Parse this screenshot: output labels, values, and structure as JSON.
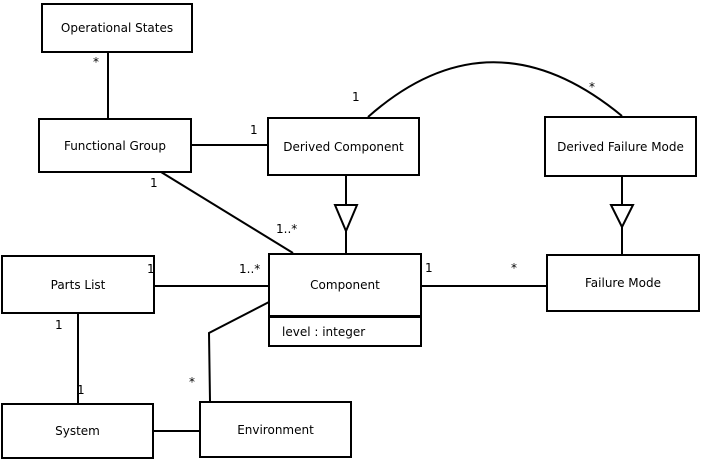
{
  "diagram": {
    "classes": [
      {
        "name": "Operational States"
      },
      {
        "name": "Functional Group"
      },
      {
        "name": "Derived Component"
      },
      {
        "name": "Derived Failure Mode"
      },
      {
        "name": "Parts List"
      },
      {
        "name": "Component",
        "attributes": [
          "level : integer"
        ]
      },
      {
        "name": "Failure Mode"
      },
      {
        "name": "System"
      },
      {
        "name": "Environment"
      }
    ],
    "multiplicity_labels": [
      {
        "text": "*",
        "on": "operational-states--functional-group",
        "near": "Operational States"
      },
      {
        "text": "1",
        "on": "functional-group--derived-component",
        "near": "Derived Component"
      },
      {
        "text": "1",
        "on": "functional-group--component",
        "near": "Functional Group"
      },
      {
        "text": "1..*",
        "on": "functional-group--component",
        "near": "Component"
      },
      {
        "text": "1",
        "on": "derived-component--derived-failure-mode",
        "near": "Derived Component"
      },
      {
        "text": "*",
        "on": "derived-component--derived-failure-mode",
        "near": "Derived Failure Mode"
      },
      {
        "text": "1",
        "on": "parts-list--component",
        "near": "Parts List"
      },
      {
        "text": "1..*",
        "on": "parts-list--component",
        "near": "Component"
      },
      {
        "text": "1",
        "on": "component--failure-mode",
        "near": "Component"
      },
      {
        "text": "*",
        "on": "component--failure-mode",
        "near": "Failure Mode"
      },
      {
        "text": "1",
        "on": "parts-list--system",
        "near": "Parts List"
      },
      {
        "text": "1",
        "on": "parts-list--system",
        "near": "System"
      },
      {
        "text": "*",
        "on": "environment--component",
        "near": "Environment"
      }
    ],
    "relationships": [
      {
        "from": "Operational States",
        "to": "Functional Group",
        "type": "association",
        "label_near_from": "*"
      },
      {
        "from": "Functional Group",
        "to": "Derived Component",
        "type": "association",
        "label_near_to": "1"
      },
      {
        "from": "Functional Group",
        "to": "Component",
        "type": "association",
        "label_near_from": "1",
        "label_near_to": "1..*"
      },
      {
        "from": "Derived Component",
        "to": "Derived Failure Mode",
        "type": "association",
        "label_near_from": "1",
        "label_near_to": "*"
      },
      {
        "from": "Derived Component",
        "to": "Component",
        "type": "generalization"
      },
      {
        "from": "Derived Failure Mode",
        "to": "Failure Mode",
        "type": "generalization"
      },
      {
        "from": "Parts List",
        "to": "Component",
        "type": "association",
        "label_near_from": "1",
        "label_near_to": "1..*"
      },
      {
        "from": "Component",
        "to": "Failure Mode",
        "type": "association",
        "label_near_from": "1",
        "label_near_to": "*"
      },
      {
        "from": "Parts List",
        "to": "System",
        "type": "association",
        "label_near_from": "1",
        "label_near_to": "1"
      },
      {
        "from": "System",
        "to": "Environment",
        "type": "association"
      },
      {
        "from": "Environment",
        "to": "Component",
        "type": "association",
        "label_near_from": "*"
      }
    ],
    "colors": {
      "line": "#000000",
      "box_fill": "#ffffff",
      "background": "#ffffff"
    }
  }
}
